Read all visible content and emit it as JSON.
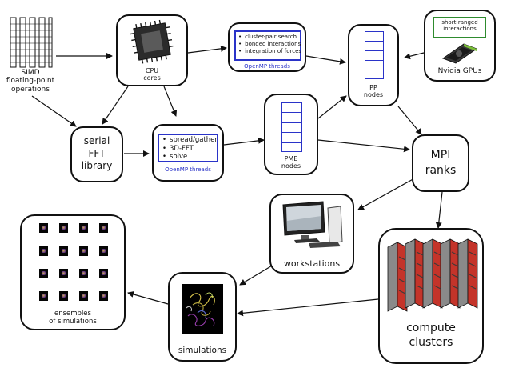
{
  "nodes": {
    "simd": {
      "label_line1": "SIMD",
      "label_line2": "floating-point",
      "label_line3": "operations"
    },
    "cpu": {
      "label_line1": "CPU",
      "label_line2": "cores"
    },
    "pp_tasks": {
      "items": [
        "cluster-pair search",
        "bonded interactions",
        "integration of forces"
      ],
      "threads": "OpenMP threads"
    },
    "pp_nodes": {
      "label_line1": "PP",
      "label_line2": "nodes"
    },
    "gpu": {
      "box_line1": "short-ranged",
      "box_line2": "interactions",
      "label": "Nvidia GPUs"
    },
    "fft": {
      "label_line1": "serial",
      "label_line2": "FFT",
      "label_line3": "library"
    },
    "pme_tasks": {
      "items": [
        "spread/gather",
        "3D-FFT",
        "solve"
      ],
      "threads": "OpenMP threads"
    },
    "pme_nodes": {
      "label_line1": "PME",
      "label_line2": "nodes"
    },
    "mpi": {
      "label_line1": "MPI",
      "label_line2": "ranks"
    },
    "workstations": {
      "label": "workstations"
    },
    "ensembles": {
      "label_line1": "ensembles",
      "label_line2": "of simulations"
    },
    "simulations": {
      "label": "simulations"
    },
    "clusters": {
      "label_line1": "compute",
      "label_line2": "clusters"
    }
  },
  "colors": {
    "accent_blue": "#2a33c8",
    "gpu_green": "#2e8b2e",
    "cluster_red": "#c4342a",
    "line": "#111111"
  }
}
